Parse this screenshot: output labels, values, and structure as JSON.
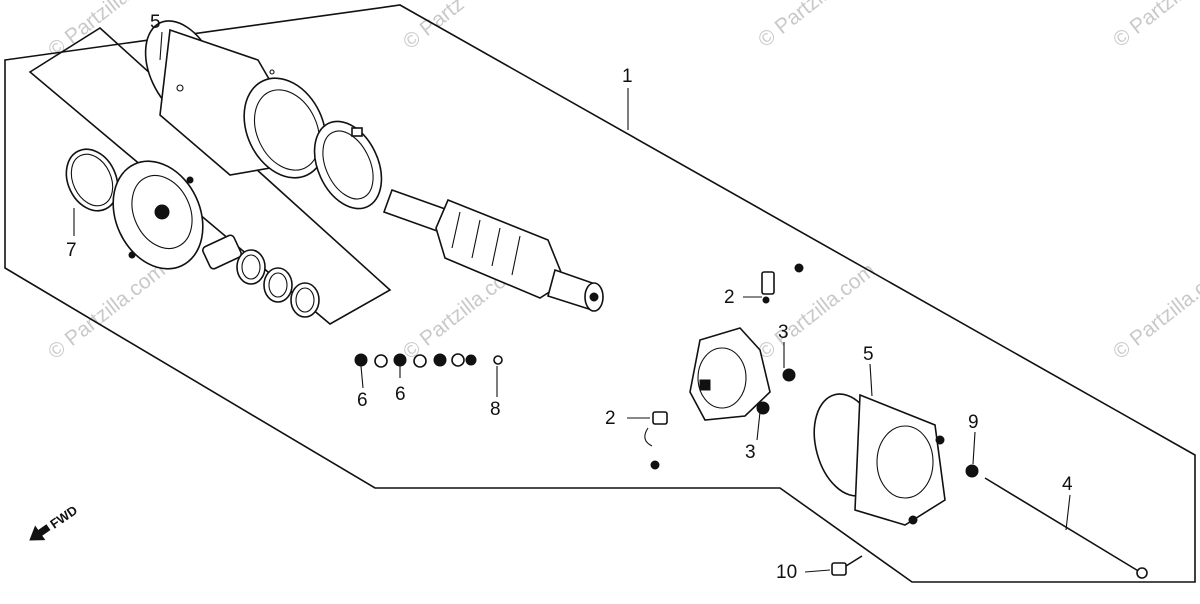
{
  "watermark_text": "© Partzilla.com",
  "watermark_partial_top": "© Partz",
  "fwd_label": "FWD",
  "callouts": {
    "c1": "1",
    "c2a": "2",
    "c2b": "2",
    "c3a": "3",
    "c3b": "3",
    "c4": "4",
    "c5a": "5",
    "c5b": "5",
    "c6a": "6",
    "c6b": "6",
    "c7": "7",
    "c8": "8",
    "c9": "9",
    "c10": "10"
  }
}
